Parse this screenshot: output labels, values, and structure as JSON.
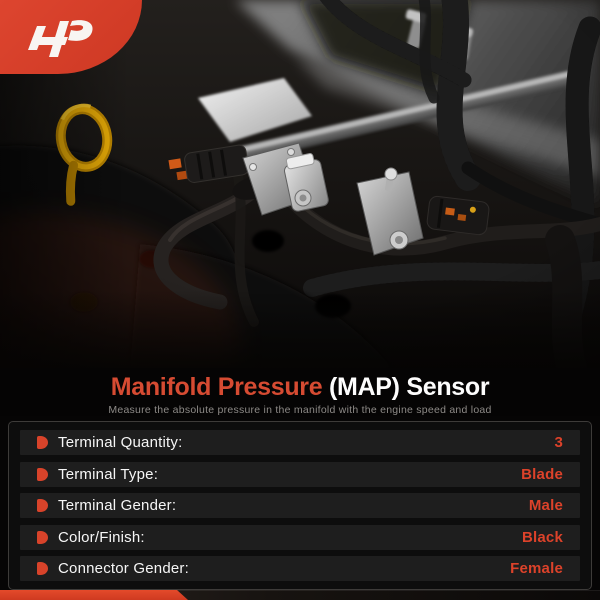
{
  "logo": {
    "name": "AP monogram logo"
  },
  "header": {
    "title_highlight": "Manifold Pressure",
    "title_rest": "(MAP) Sensor",
    "subtitle": "Measure the absolute pressure in the manifold with the engine speed and load"
  },
  "spec": {
    "rows": [
      {
        "label": "Terminal Quantity:",
        "value": "3"
      },
      {
        "label": "Terminal Type:",
        "value": "Blade"
      },
      {
        "label": "Terminal Gender:",
        "value": "Male"
      },
      {
        "label": "Color/Finish:",
        "value": "Black"
      },
      {
        "label": "Connector Gender:",
        "value": "Female"
      }
    ]
  },
  "photo": {
    "alt": "Engine bay photo showing a MAP sensor on a metal bracket with hoses, wiring looms and a yellow dipstick ring"
  },
  "icons": {
    "bullet": "red half-disc bullet"
  },
  "colors": {
    "accent_red": "#d8432a",
    "logo_red": "#cd3823",
    "title_red": "#d64b32",
    "row_bg": "#1e1e1e",
    "panel_border": "#3d3b39",
    "subtitle_gray": "#8d8a87"
  }
}
